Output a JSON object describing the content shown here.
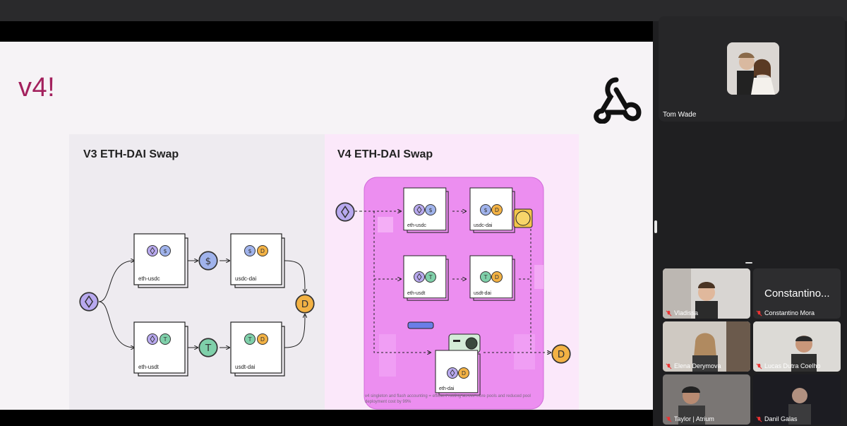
{
  "slide": {
    "title": "v4!",
    "caption": "v4 singleton and flash accounting = efficient routing across more pools and reduced pool deployment cost by 99%",
    "v3": {
      "title": "V3 ETH-DAI Swap",
      "pools": [
        "eth-usdc",
        "usdc-dai",
        "eth-usdt",
        "usdt-dai"
      ]
    },
    "v4": {
      "title": "V4 ETH-DAI Swap",
      "pools": [
        "eth-usdc",
        "usdc-dai",
        "eth-usdt",
        "usdt-dai",
        "eth-dai"
      ]
    },
    "colors": {
      "accent": "#a3205d",
      "eth": "#a99ae8",
      "usdc": "#8ea4e6",
      "usdt": "#6fc4a0",
      "dai": "#f1a93a",
      "v4_box": "#ec8ef0"
    }
  },
  "participants": {
    "main": {
      "name": "Tom Wade"
    },
    "grid": [
      {
        "name": "Vladissa"
      },
      {
        "name": "Constantino Mora",
        "display": "Constantino..."
      },
      {
        "name": "Elena Derymova"
      },
      {
        "name": "Lucas Dutra Coelho"
      },
      {
        "name": "Taylor | Atrium"
      },
      {
        "name": "Danil Galas"
      }
    ]
  },
  "icons": [
    "muted-mic-icon",
    "ethereum-icon",
    "usdc-icon",
    "usdt-icon",
    "dai-icon",
    "uniswap-hooks-logo-icon"
  ]
}
